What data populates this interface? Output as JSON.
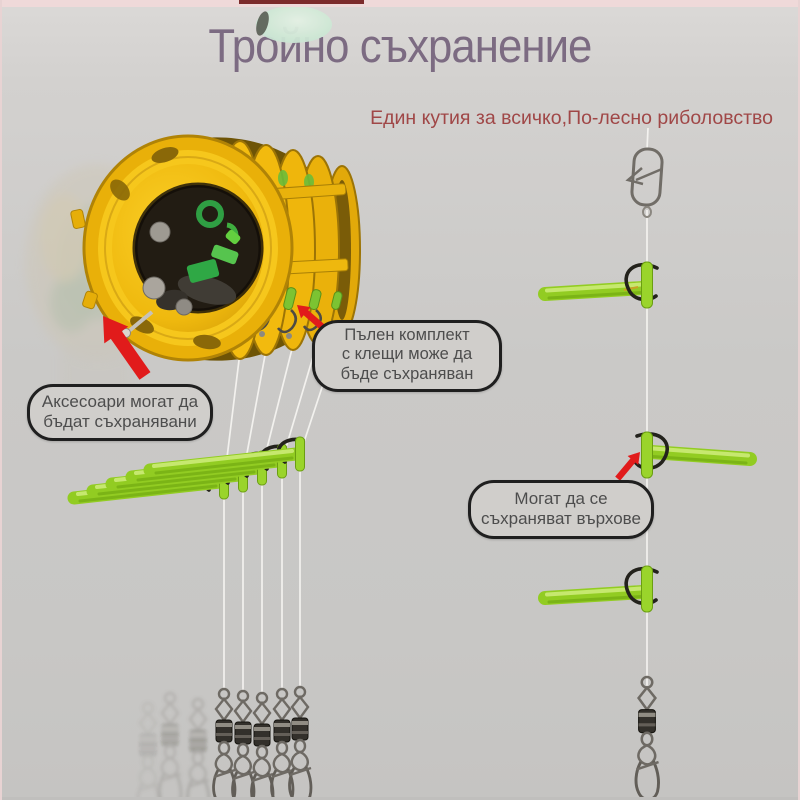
{
  "header": {
    "title": "Тройно съхранение",
    "subtitle": "Един кутия за всичко,По-лесно риболовство"
  },
  "callouts": {
    "accessories": {
      "lines": [
        "Аксесоари могат да",
        "бъдат съхранявани"
      ]
    },
    "pliers_kit": {
      "lines": [
        "Пълен комплект",
        "с клещи може да",
        "бъде съхраняван"
      ]
    },
    "rod_tips": {
      "lines": [
        "Могат да се",
        "съхраняват върхове"
      ]
    }
  },
  "graphics": {
    "storage_spool": "yellow-tackle-storage-spool",
    "rod_tip_tube": "green-rod-tip-tube",
    "snap_swivel": "metal-snap-swivel",
    "fishing_line": "fishing-line",
    "pointer_arrow": "red-pointer-arrow"
  },
  "colors": {
    "accent_red": "#e11b1b",
    "spool_yellow": "#edb40a",
    "tube_green": "#97d02a",
    "title_purple": "#7c6b82",
    "subtitle_red": "#a04747",
    "background_gray": "#cbcac8",
    "callout_border": "#1f1f1f",
    "callout_text": "#4d4d4d",
    "line_white": "#f4f3f0",
    "metal_gray": "#6e6a64"
  }
}
